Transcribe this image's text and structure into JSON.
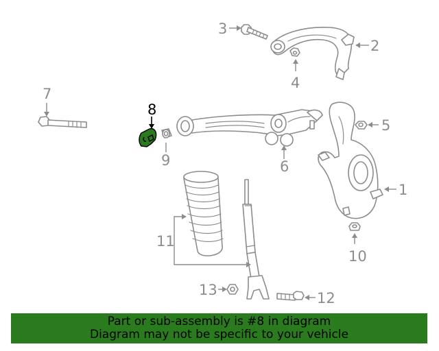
{
  "labels": {
    "p1": "1",
    "p2": "2",
    "p3": "3",
    "p4": "4",
    "p5": "5",
    "p6": "6",
    "p7": "7",
    "p8": "8",
    "p9": "9",
    "p10": "10",
    "p11": "11",
    "p12": "12",
    "p13": "13"
  },
  "highlight": {
    "part": "8",
    "fill_color": "#2a7a1e"
  },
  "banner": {
    "line1": "Part or sub-assembly is #8 in diagram",
    "line2": "Diagram may not be specific to your vehicle",
    "background": "#2a7b1d"
  }
}
